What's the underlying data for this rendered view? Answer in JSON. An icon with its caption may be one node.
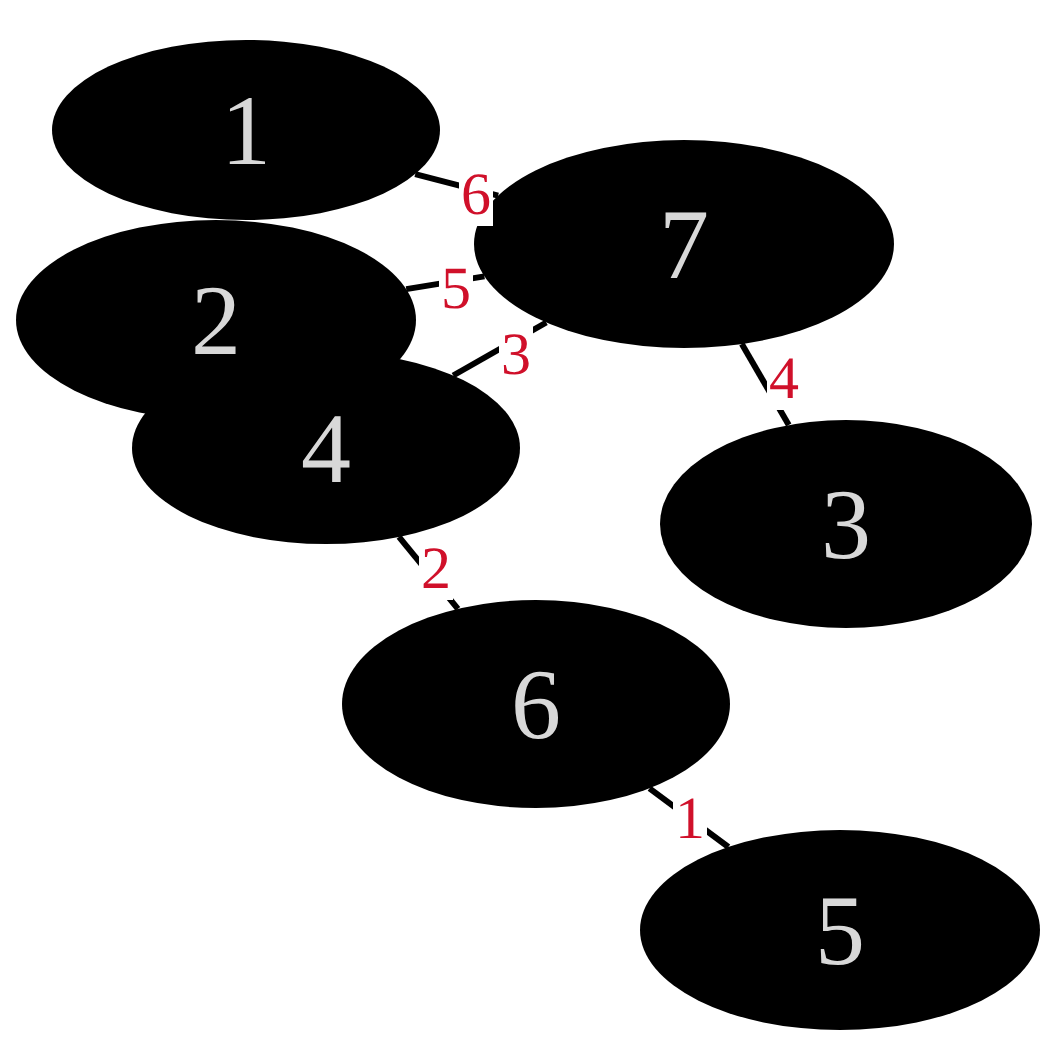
{
  "diagram": {
    "nodes": [
      {
        "text": [
          "1"
        ]
      },
      {
        "text": [
          "2"
        ]
      },
      {
        "text": [
          "4"
        ]
      },
      {
        "text": [
          "7"
        ]
      },
      {
        "text": [
          "3"
        ]
      },
      {
        "text": [
          "6"
        ]
      },
      {
        "text": [
          "5"
        ]
      }
    ],
    "edges": [
      {
        "from": 0,
        "to": 3,
        "arrow": "none",
        "label": "6"
      },
      {
        "from": 1,
        "to": 3,
        "arrow": "none",
        "label": "5"
      },
      {
        "from": 2,
        "to": 3,
        "arrow": "none",
        "label": "3"
      },
      {
        "from": 3,
        "to": 4,
        "arrow": "none",
        "label": "4"
      },
      {
        "from": 2,
        "to": 5,
        "arrow": "none",
        "label": "2"
      },
      {
        "from": 5,
        "to": 6,
        "arrow": "none",
        "label": "1"
      }
    ]
  }
}
